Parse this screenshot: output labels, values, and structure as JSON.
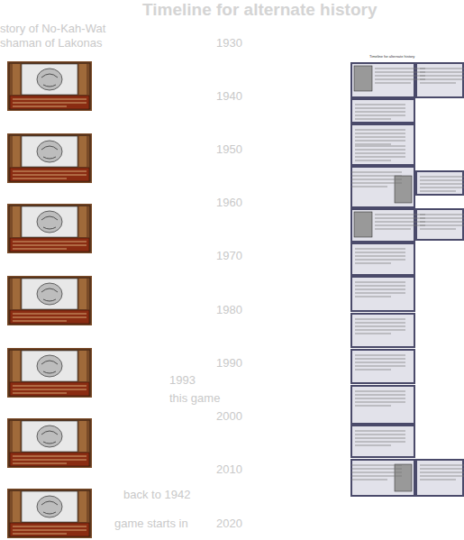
{
  "diagram": {
    "title": "Timeline for alternate history",
    "labels": [
      "story of No-Kah-Wat",
      "shaman of Lakonas",
      "1930",
      "1940",
      "1950",
      "1960",
      "1970",
      "1980",
      "1990",
      "1993",
      "this game",
      "2000",
      "2010",
      "back to 1942",
      "game starts in",
      "2020",
      "Timeline for alternate history"
    ]
  }
}
